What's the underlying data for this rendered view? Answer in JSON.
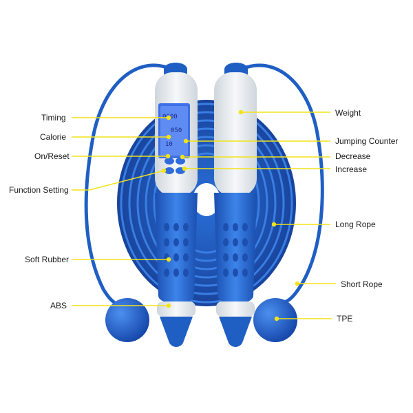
{
  "colors": {
    "rope_blue": "#1f5fc4",
    "handle_white": "#e9eef2",
    "callout_yellow": "#f2e318",
    "lcd_blue": "#4d7cf0"
  },
  "labels_left": {
    "timing": "Timing",
    "calorie": "Calorie",
    "on_reset": "On/Reset",
    "function_setting": "Function Setting",
    "soft_rubber": "Soft Rubber",
    "abs": "ABS"
  },
  "labels_right": {
    "weight": "Weight",
    "jumping_counter": "Jumping Counter",
    "decrease": "Decrease",
    "increase": "Increase",
    "long_rope": "Long Rope",
    "short_rope": "Short Rope",
    "tpe": "TPE"
  },
  "lcd": {
    "row1": "0000",
    "row2": "050",
    "row3": "10"
  }
}
